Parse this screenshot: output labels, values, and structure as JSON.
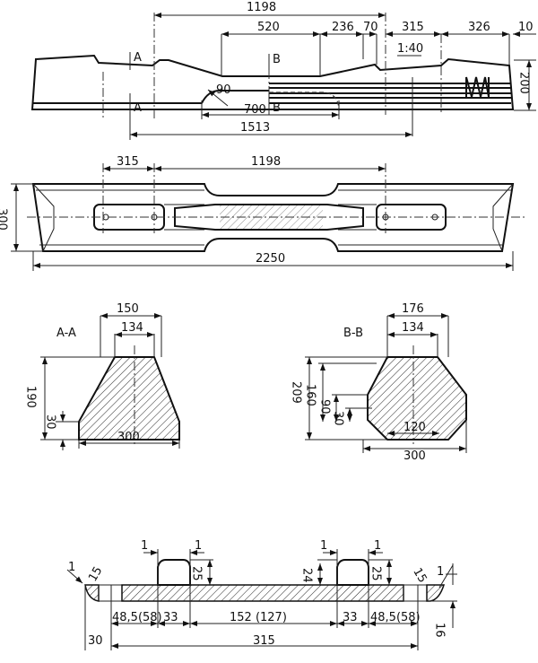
{
  "elevation": {
    "dims": [
      "1198",
      "520",
      "236",
      "70",
      "315",
      "326",
      "10",
      "200",
      "700",
      "1513",
      "90"
    ],
    "scale": "1:40",
    "section_a": "A",
    "section_b": "B"
  },
  "plan": {
    "dims": [
      "315",
      "1198",
      "300",
      "2250"
    ]
  },
  "section_aa": {
    "title": "A-A",
    "dims": [
      "150",
      "134",
      "190",
      "30",
      "300"
    ]
  },
  "section_bb": {
    "title": "B-B",
    "dims": [
      "176",
      "134",
      "209",
      "160",
      "90",
      "30",
      "120",
      "300"
    ]
  },
  "rail_seat": {
    "dims": [
      "1",
      "1",
      "1",
      "1",
      "25",
      "24",
      "25",
      "15",
      "1",
      "15",
      "1",
      "48,5(58)",
      "33",
      "152 (127)",
      "33",
      "48,5(58)",
      "30",
      "315",
      "16"
    ]
  }
}
